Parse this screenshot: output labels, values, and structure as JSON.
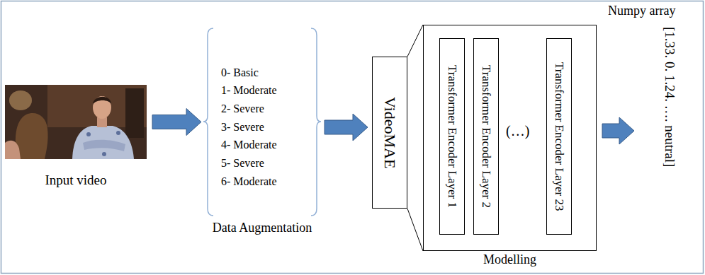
{
  "diagram": {
    "nodes": [
      {
        "text": [
          "Input video"
        ]
      },
      {
        "text": [
          "0- Basic",
          "1- Moderate",
          "2- Severe",
          "3- Severe",
          "4- Moderate",
          "5- Severe",
          "6- Moderate",
          "Data Augmentation"
        ]
      },
      {
        "text": [
          "VideoMAE"
        ]
      },
      {
        "text": [
          "Modelling"
        ]
      },
      {
        "text": [
          "Transformer Encoder Layer 1"
        ],
        "in": 3
      },
      {
        "text": [
          "Transformer Encoder Layer 2"
        ],
        "in": 3
      },
      {
        "text": [
          "Transformer Encoder Layer 23"
        ],
        "in": 3
      }
    ],
    "edges": [
      {
        "from": 0,
        "to": 1,
        "arrow": "to"
      },
      {
        "from": 1,
        "to": 2,
        "arrow": "to"
      },
      {
        "from": 2,
        "to": 3,
        "arrow": "none"
      }
    ],
    "labels": [
      "(…)",
      "Numpy array",
      "[1.33. 0. 1.24. …. neutral]"
    ]
  }
}
